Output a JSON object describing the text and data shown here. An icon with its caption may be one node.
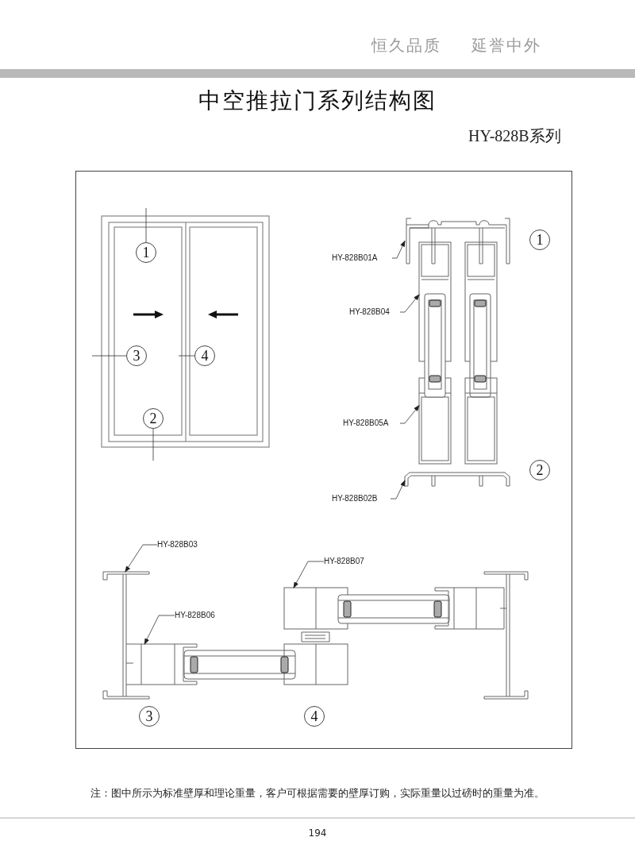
{
  "diagram": {
    "title": "中空推拉门系列结构图",
    "nodes": [
      {
        "text": [
          "1"
        ]
      },
      {
        "text": [
          "3"
        ]
      },
      {
        "text": [
          "4"
        ]
      },
      {
        "text": [
          "2"
        ]
      },
      {
        "text": [
          "HY-828B01A"
        ]
      },
      {
        "text": [
          "HY-828B04"
        ]
      },
      {
        "text": [
          "HY-828B05A"
        ]
      },
      {
        "text": [
          "HY-828B02B"
        ]
      },
      {
        "text": [
          "1"
        ]
      },
      {
        "text": [
          "2"
        ]
      },
      {
        "text": [
          "HY-828B03"
        ]
      },
      {
        "text": [
          "HY-828B07"
        ]
      },
      {
        "text": [
          "HY-828B06"
        ]
      },
      {
        "text": [
          "3"
        ]
      },
      {
        "text": [
          "4"
        ]
      },
      {
        "text": [],
        "shape": "picture"
      },
      {
        "text": [],
        "shape": "picture"
      },
      {
        "text": [],
        "shape": "picture"
      },
      {
        "text": [],
        "shape": "picture"
      },
      {
        "text": [],
        "shape": "picture"
      },
      {
        "text": [],
        "shape": "picture"
      },
      {
        "text": [],
        "shape": "picture"
      }
    ],
    "edges": [
      {
        "from": 0,
        "to": null,
        "arrow": "none"
      },
      {
        "from": 1,
        "to": null,
        "arrow": "none"
      },
      {
        "from": 2,
        "to": null,
        "arrow": "none"
      },
      {
        "from": 3,
        "to": null,
        "arrow": "none"
      },
      {
        "from": 4,
        "to": 15,
        "arrow": "to"
      },
      {
        "from": 5,
        "to": 16,
        "arrow": "to"
      },
      {
        "from": 6,
        "to": 17,
        "arrow": "to"
      },
      {
        "from": 7,
        "to": 18,
        "arrow": "to"
      },
      {
        "from": 10,
        "to": 19,
        "arrow": "to"
      },
      {
        "from": 12,
        "to": 20,
        "arrow": "to"
      },
      {
        "from": 11,
        "to": 21,
        "arrow": "to"
      }
    ],
    "labels": [
      "恒久品质",
      "延誉中外",
      "HY-828B系列",
      "注：图中所示为标准壁厚和理论重量，客户可根据需要的壁厚订购，实际重量以过磅时的重量为准。",
      "194"
    ]
  }
}
